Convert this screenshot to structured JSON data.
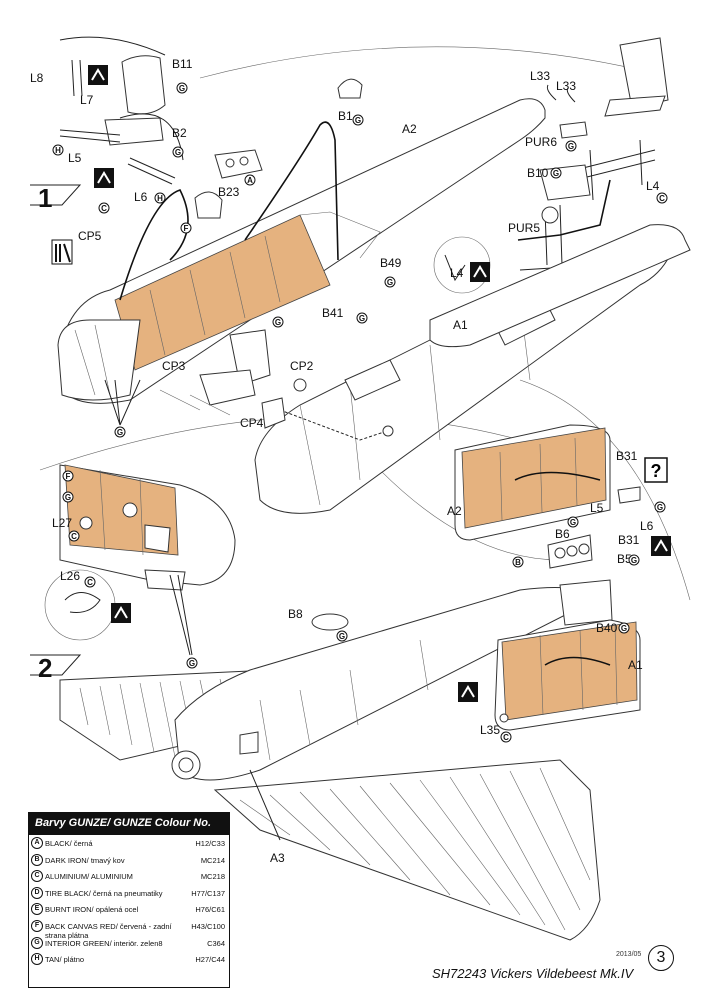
{
  "steps": [
    "1",
    "2"
  ],
  "labels": {
    "l8": "L8",
    "l7": "L7",
    "b11": "B11",
    "b2": "B2",
    "l5": "L5",
    "l6": "L6",
    "b23": "B23",
    "b1": "B1",
    "a2": "A2",
    "l33a": "L33",
    "l33b": "L33",
    "pur6": "PUR6",
    "b10": "B10",
    "l4": "L4",
    "pur5": "PUR5",
    "l4b": "L4",
    "cp5": "CP5",
    "b49": "B49",
    "b41": "B41",
    "a1": "A1",
    "cp3": "CP3",
    "cp2": "CP2",
    "cp4": "CP4",
    "b31": "B31",
    "a2b": "A2",
    "l5b": "L5",
    "l6b": "L6",
    "b6": "B6",
    "b31b": "B31",
    "b5": "B5",
    "l27": "L27",
    "l26": "L26",
    "b8": "B8",
    "b40": "B40",
    "a1b": "A1",
    "l35": "L35",
    "a3": "A3"
  },
  "badges": {
    "g": "G",
    "h": "H",
    "c": "C",
    "a": "A",
    "f": "F",
    "b": "B"
  },
  "legend": {
    "title": "Barvy GUNZE/ GUNZE Colour No.",
    "rows": [
      {
        "letter": "A",
        "name": "BLACK/ černá",
        "code": "H12/C33"
      },
      {
        "letter": "B",
        "name": "DARK IRON/ tmavý kov",
        "code": "MC214"
      },
      {
        "letter": "C",
        "name": "ALUMINIUM/ ALUMINIUM",
        "code": "MC218"
      },
      {
        "letter": "D",
        "name": "TIRE BLACK/ černá na pneumatiky",
        "code": "H77/C137"
      },
      {
        "letter": "E",
        "name": "BURNT IRON/ opálená ocel",
        "code": "H76/C61"
      },
      {
        "letter": "F",
        "name": "BACK CANVAS RED/ červená - zadní strana plátna",
        "code": "H43/C100"
      },
      {
        "letter": "G",
        "name": "INTERIOR GREEN/ interiör. zelen8",
        "code": "C364"
      },
      {
        "letter": "H",
        "name": "TAN/ plátno",
        "code": "H27/C44"
      }
    ]
  },
  "footer": {
    "product": "SH72243 Vickers Vildebeest Mk.IV",
    "year": "2013/05",
    "page": "3"
  }
}
